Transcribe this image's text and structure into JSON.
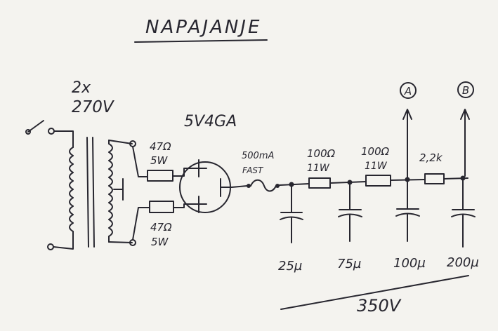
{
  "title": "NAPAJANJE",
  "transformer": {
    "secondary_label_line1": "2x",
    "secondary_label_line2": "270V"
  },
  "rectifier": {
    "tube": "5V4GA"
  },
  "resistors": {
    "r_top": {
      "value": "47Ω",
      "power": "5W"
    },
    "r_bot": {
      "value": "47Ω",
      "power": "5W"
    },
    "r1": {
      "value": "100Ω",
      "power": "11W"
    },
    "r2": {
      "value": "100Ω",
      "power": "11W"
    },
    "r3": {
      "value": "2,2k"
    }
  },
  "fuse": {
    "current": "500mA",
    "type": "FAST"
  },
  "capacitors": [
    {
      "value": "25µ"
    },
    {
      "value": "75µ"
    },
    {
      "value": "100µ"
    },
    {
      "value": "200µ"
    }
  ],
  "outputs": {
    "a": "A",
    "b": "B"
  },
  "voltage": "350V",
  "colors": {
    "ink": "#27262f",
    "paper": "#f4f3ef"
  }
}
